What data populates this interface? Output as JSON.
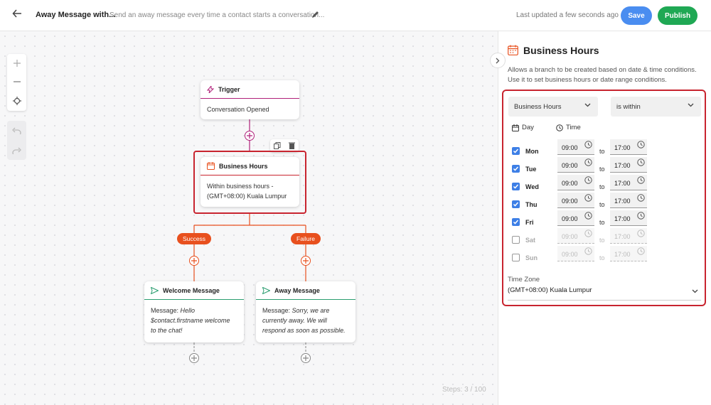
{
  "header": {
    "title": "Away Message with...",
    "subtitle": "Send an away message every time a contact starts a conversation...",
    "last_updated": "Last updated a few seconds ago",
    "save_label": "Save",
    "publish_label": "Publish"
  },
  "canvas": {
    "steps": "Steps: 3 / 100",
    "trigger": {
      "title": "Trigger",
      "body": "Conversation Opened"
    },
    "business_hours_node": {
      "title": "Business Hours",
      "body_line1": "Within business hours -",
      "body_line2": "(GMT+08:00) Kuala Lumpur"
    },
    "branches": {
      "success": "Success",
      "failure": "Failure"
    },
    "welcome_node": {
      "title": "Welcome Message",
      "prefix": "Message: ",
      "body_line1": "Hello",
      "body_line2": "$contact.firstname welcome",
      "body_line3": "to the chat!"
    },
    "away_node": {
      "title": "Away Message",
      "prefix": "Message: ",
      "body_line1": "Sorry, we are",
      "body_line2": "currently away. We will",
      "body_line3": "respond as soon as possible."
    }
  },
  "panel": {
    "title": "Business Hours",
    "description": "Allows a branch to be created based on date & time conditions. Use it to set business hours or date range conditions.",
    "condition_type": "Business Hours",
    "operator": "is within",
    "day_header": "Day",
    "time_header": "Time",
    "to_label": "to",
    "days": [
      {
        "label": "Mon",
        "checked": true,
        "from": "09:00",
        "to": "17:00"
      },
      {
        "label": "Tue",
        "checked": true,
        "from": "09:00",
        "to": "17:00"
      },
      {
        "label": "Wed",
        "checked": true,
        "from": "09:00",
        "to": "17:00"
      },
      {
        "label": "Thu",
        "checked": true,
        "from": "09:00",
        "to": "17:00"
      },
      {
        "label": "Fri",
        "checked": true,
        "from": "09:00",
        "to": "17:00"
      },
      {
        "label": "Sat",
        "checked": false,
        "from": "09:00",
        "to": "17:00"
      },
      {
        "label": "Sun",
        "checked": false,
        "from": "09:00",
        "to": "17:00"
      }
    ],
    "timezone_label": "Time Zone",
    "timezone_value": "(GMT+08:00) Kuala Lumpur"
  },
  "colors": {
    "accent_red": "#c8242f",
    "branch_orange": "#e8501e",
    "trigger_pink": "#b0207a",
    "message_green": "#2a9d6f",
    "save_blue": "#4a8df0",
    "publish_green": "#1fa854",
    "checkbox_blue": "#3d7fe6"
  }
}
